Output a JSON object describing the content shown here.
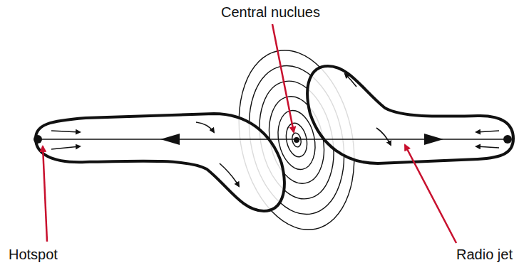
{
  "diagram": {
    "labels": [
      "Central nuclues",
      "Hotspot",
      "Radio jet"
    ]
  }
}
